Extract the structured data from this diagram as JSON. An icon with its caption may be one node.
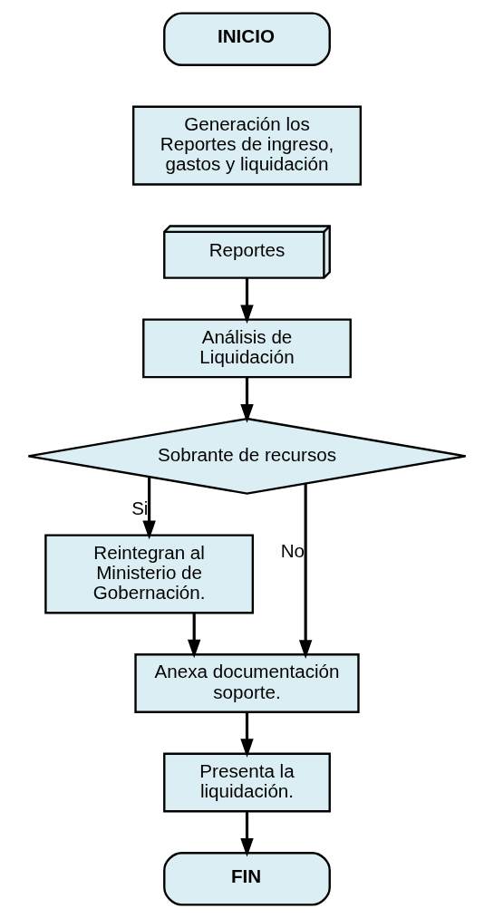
{
  "diagram": {
    "nodes": [
      {
        "text": [
          "INICIO"
        ]
      },
      {
        "text": [
          "Generación los Reportes de ingreso, gastos y liquidación"
        ]
      },
      {
        "text": [
          "Reportes"
        ]
      },
      {
        "text": [
          "Análisis de Liquidación"
        ]
      },
      {
        "text": [
          "Sobrante de recursos"
        ]
      },
      {
        "text": [
          "Reintegran al Ministerio de Gobernación."
        ]
      },
      {
        "text": [
          "Anexa documentación soporte."
        ]
      },
      {
        "text": [
          "Presenta la liquidación."
        ]
      },
      {
        "text": [
          "FIN"
        ]
      }
    ],
    "edges": [
      {
        "from": 2,
        "to": 3,
        "arrow": "to"
      },
      {
        "from": 3,
        "to": 4,
        "arrow": "to"
      },
      {
        "from": 4,
        "to": 5,
        "arrow": "to",
        "label": "Si"
      },
      {
        "from": 4,
        "to": 6,
        "arrow": "to",
        "label": "No"
      },
      {
        "from": 5,
        "to": 6,
        "arrow": "to"
      },
      {
        "from": 6,
        "to": 7,
        "arrow": "to"
      },
      {
        "from": 7,
        "to": 8,
        "arrow": "to"
      }
    ]
  }
}
